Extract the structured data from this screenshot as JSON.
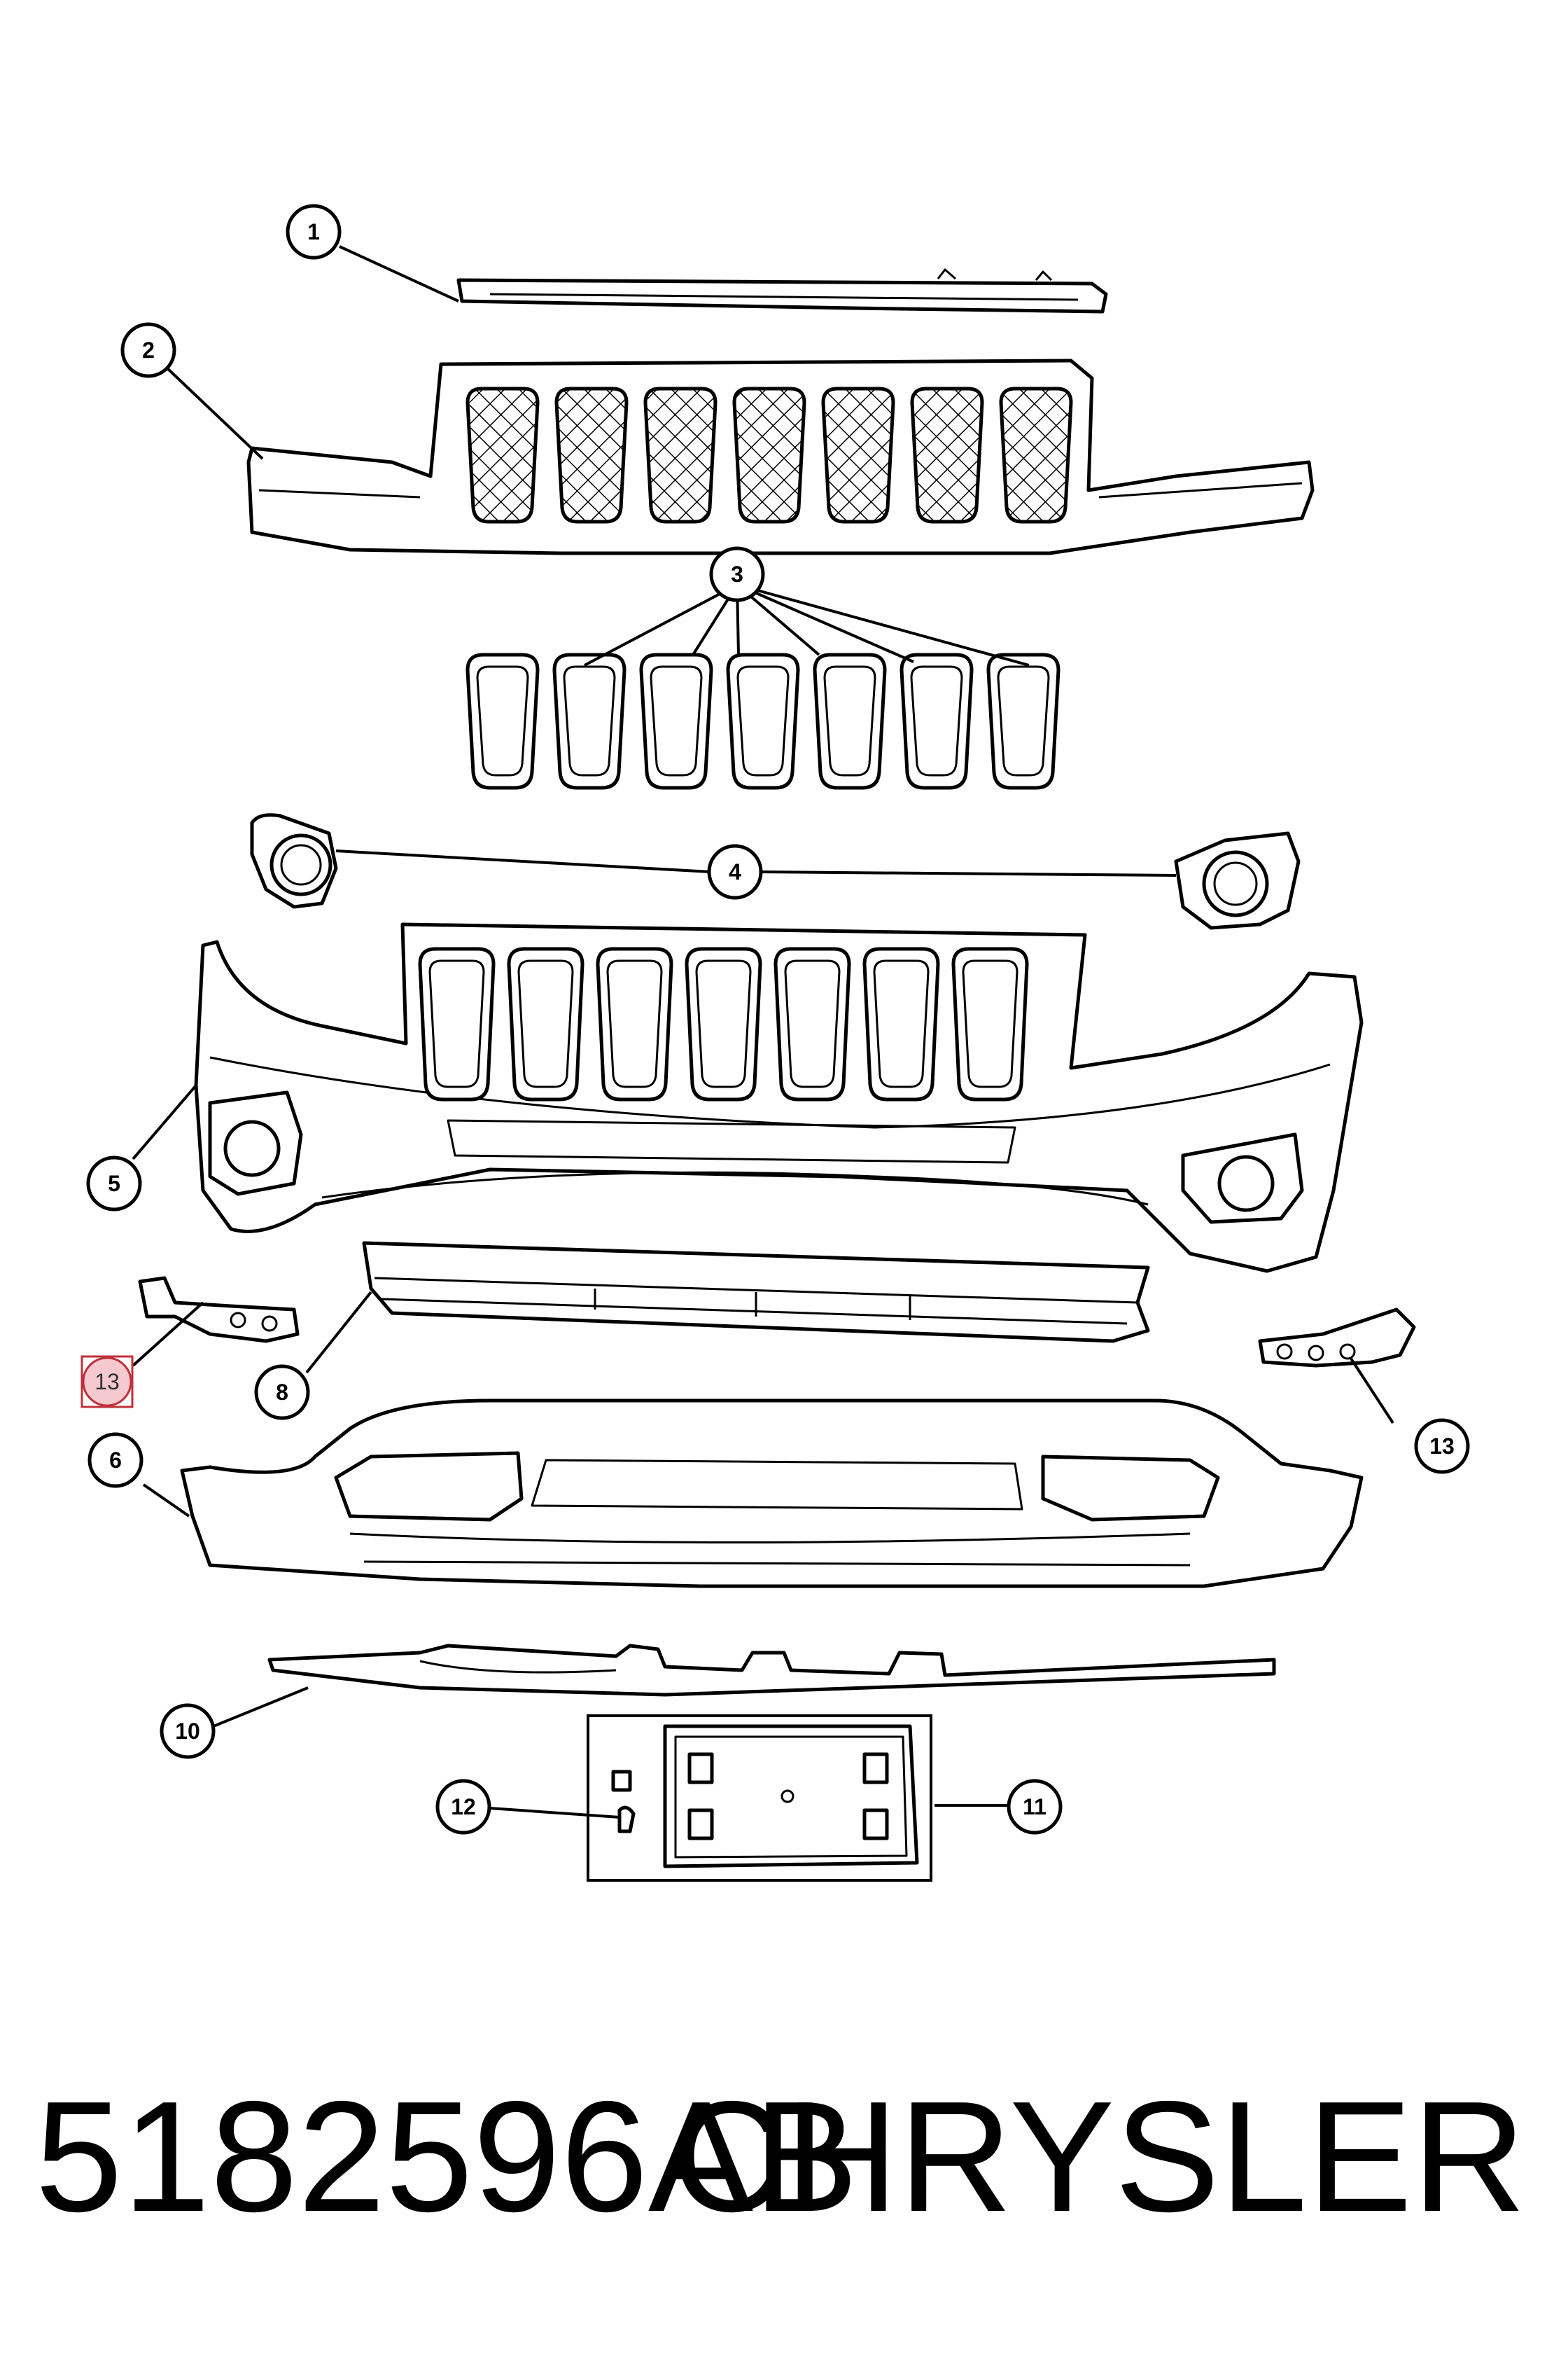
{
  "callouts": [
    {
      "id": "c1",
      "label": "1"
    },
    {
      "id": "c2",
      "label": "2"
    },
    {
      "id": "c3",
      "label": "3"
    },
    {
      "id": "c4",
      "label": "4"
    },
    {
      "id": "c5",
      "label": "5"
    },
    {
      "id": "c6",
      "label": "6"
    },
    {
      "id": "c8",
      "label": "8"
    },
    {
      "id": "c10",
      "label": "10"
    },
    {
      "id": "c11",
      "label": "11"
    },
    {
      "id": "c12",
      "label": "12"
    },
    {
      "id": "c13a",
      "label": "13"
    },
    {
      "id": "c13b",
      "label": "13"
    }
  ],
  "caption": {
    "part_number": "5182596AB",
    "brand": "CHRYSLER"
  },
  "colors": {
    "line": "#000000",
    "background": "#ffffff",
    "highlight_fill": "#f4c9cf",
    "highlight_stroke": "#c0303a"
  }
}
